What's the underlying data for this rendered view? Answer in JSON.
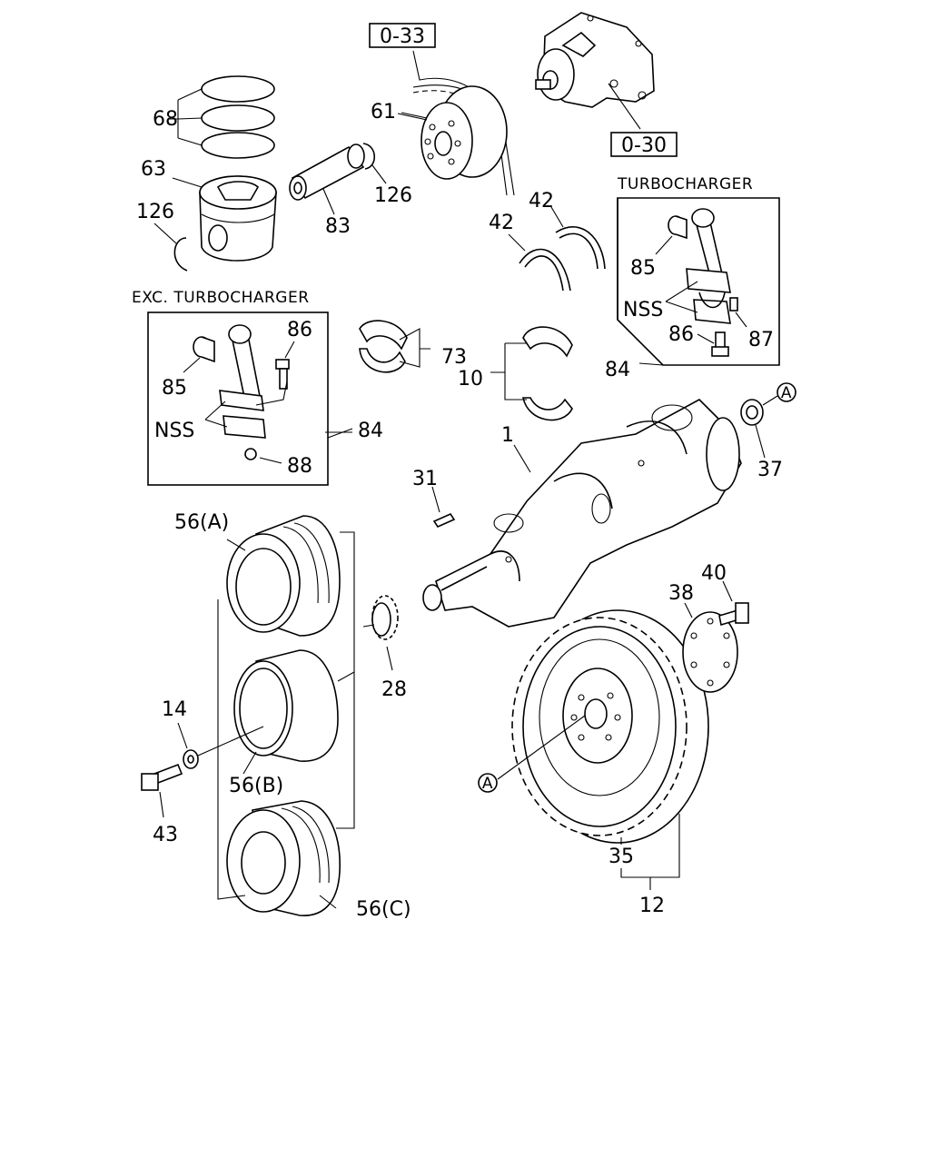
{
  "diagram": {
    "refs": {
      "r033": "0-33",
      "r030": "0-30"
    },
    "sections": {
      "turbo": "TURBOCHARGER",
      "exc_turbo": "EXC. TURBOCHARGER"
    },
    "labels": {
      "p1": "1",
      "p10": "10",
      "p12": "12",
      "p14": "14",
      "p28": "28",
      "p31": "31",
      "p35": "35",
      "p37": "37",
      "p38": "38",
      "p40": "40",
      "p42a": "42",
      "p42b": "42",
      "p43": "43",
      "p56a": "56(A)",
      "p56b": "56(B)",
      "p56c": "56(C)",
      "p61": "61",
      "p63": "63",
      "p68": "68",
      "p73": "73",
      "p83": "83",
      "p84a": "84",
      "p84b": "84",
      "p85a": "85",
      "p85b": "85",
      "p86a": "86",
      "p86b": "86",
      "p87": "87",
      "p88": "88",
      "p126a": "126",
      "p126b": "126",
      "nss_a": "NSS",
      "nss_b": "NSS",
      "circA1": "A",
      "circA2": "A"
    }
  }
}
